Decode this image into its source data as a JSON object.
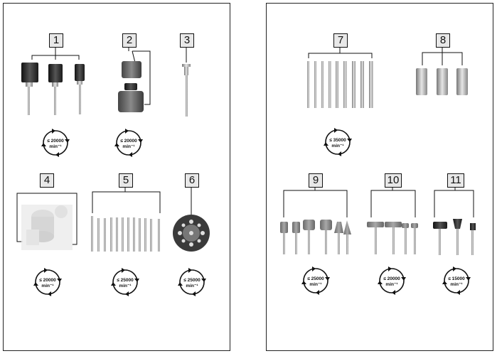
{
  "items": [
    {
      "number": "1",
      "speed": "≤ 20000",
      "unit": "min⁻¹"
    },
    {
      "number": "2",
      "speed": "≤ 20000",
      "unit": "min⁻¹"
    },
    {
      "number": "3"
    },
    {
      "number": "4",
      "speed": "≤ 20000",
      "unit": "min⁻¹"
    },
    {
      "number": "5",
      "speed": "≤ 25000",
      "unit": "min⁻¹"
    },
    {
      "number": "6",
      "speed": "≤ 25000",
      "unit": "min⁻¹"
    },
    {
      "number": "7",
      "speed": "≤ 35000",
      "unit": "min⁻¹"
    },
    {
      "number": "8"
    },
    {
      "number": "9",
      "speed": "≤ 25000",
      "unit": "min⁻¹"
    },
    {
      "number": "10",
      "speed": "≤ 20000",
      "unit": "min⁻¹"
    },
    {
      "number": "11",
      "speed": "≤ 15000",
      "unit": "min⁻¹"
    }
  ]
}
